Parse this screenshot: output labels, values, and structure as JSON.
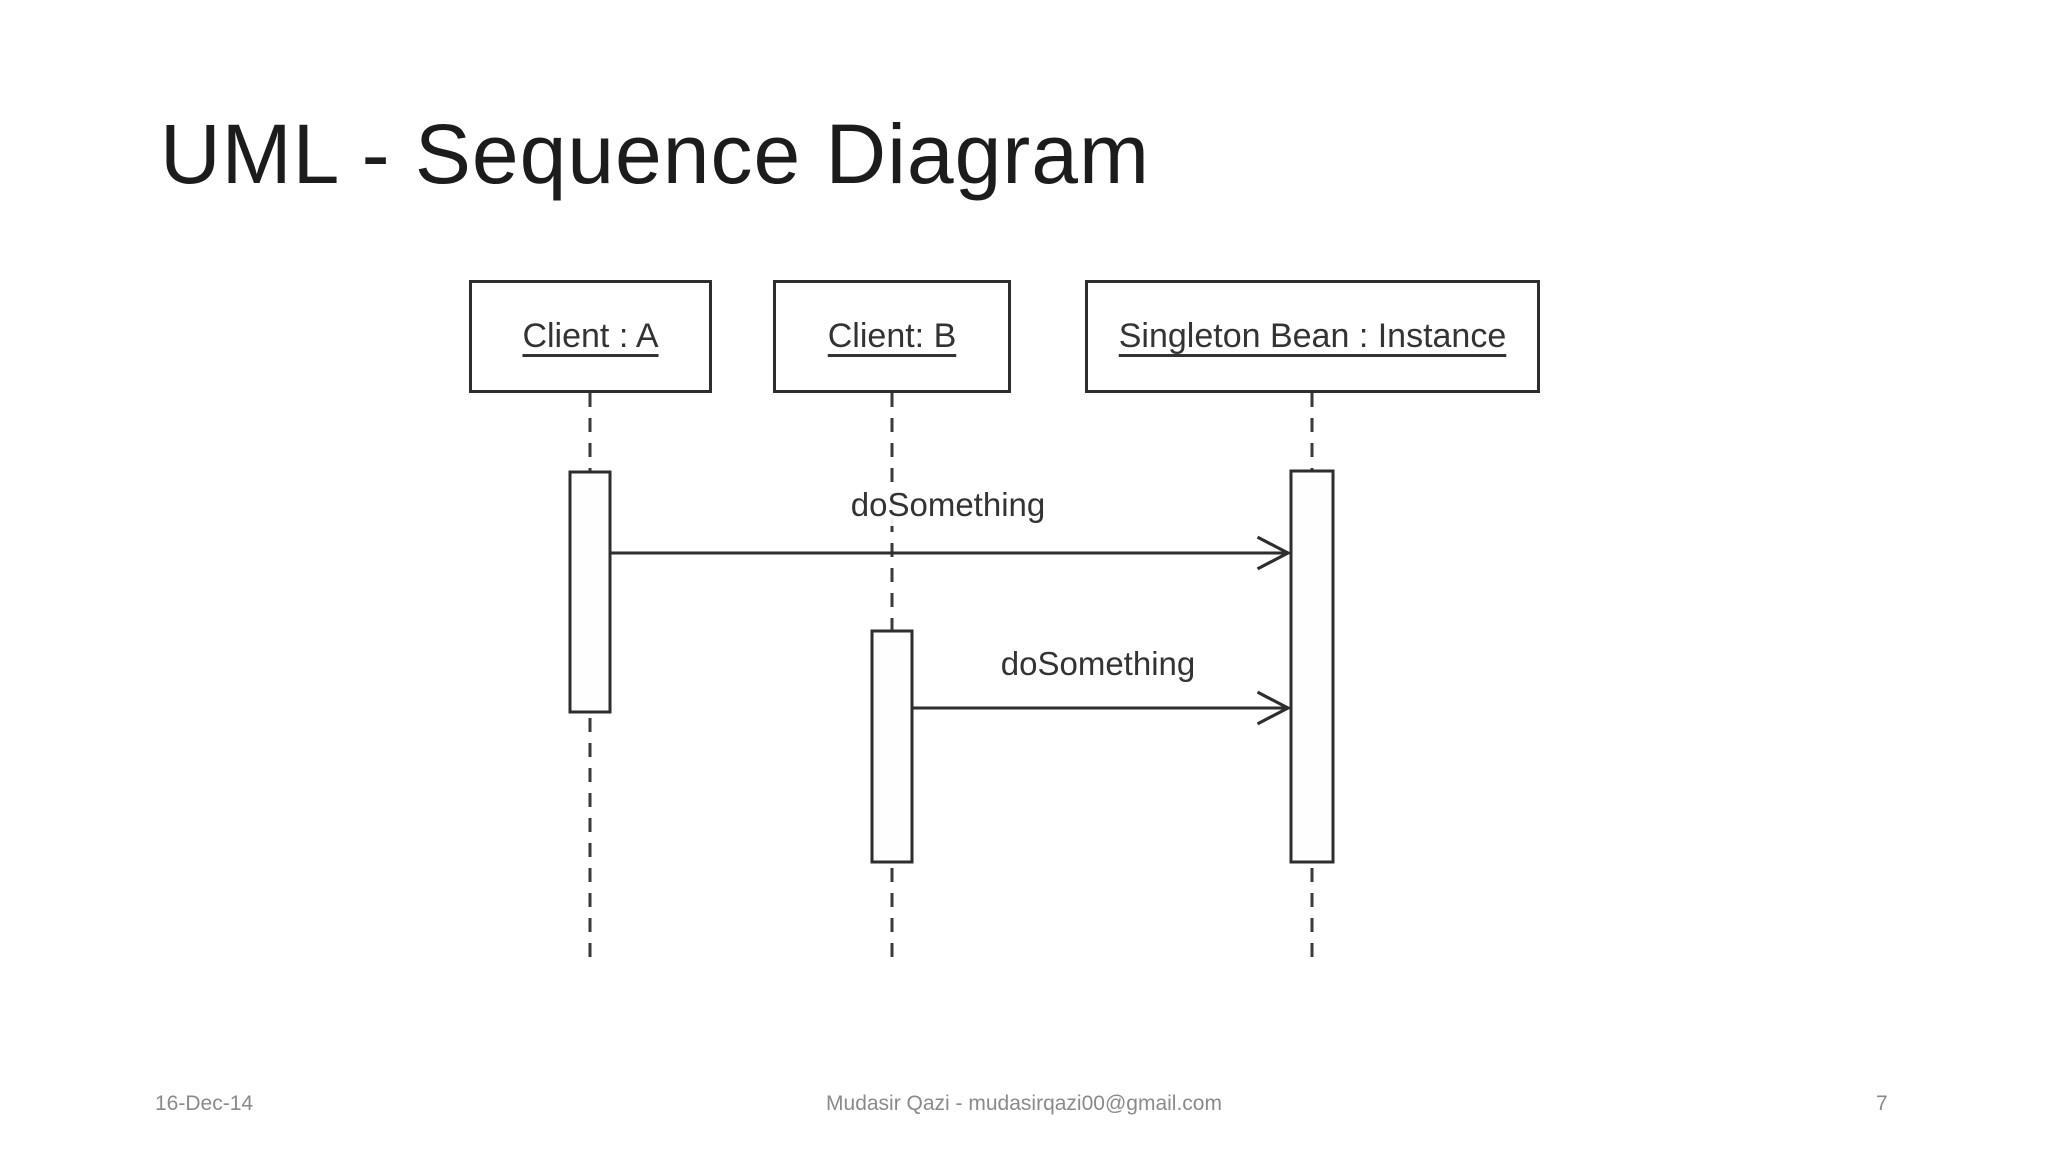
{
  "slide": {
    "title": "UML - Sequence Diagram",
    "footer": {
      "date": "16-Dec-14",
      "credit": "Mudasir Qazi - mudasirqazi00@gmail.com",
      "page_number": "7"
    }
  },
  "diagram": {
    "type": "uml-sequence-diagram",
    "colors": {
      "stroke": "#2e2e2e",
      "lifeline_stroke": "#3a3a3a",
      "text": "#333333",
      "title_text": "#1c1c1c",
      "footer_text": "#8a8a8a",
      "background": "#ffffff"
    },
    "actors": [
      {
        "id": "client-a",
        "label": "Client : A"
      },
      {
        "id": "client-b",
        "label": "Client: B"
      },
      {
        "id": "singleton-bean-instance",
        "label": "Singleton Bean : Instance"
      }
    ],
    "messages": [
      {
        "from": "client-a",
        "to": "singleton-bean-instance",
        "label": "doSomething"
      },
      {
        "from": "client-b",
        "to": "singleton-bean-instance",
        "label": "doSomething"
      }
    ]
  }
}
